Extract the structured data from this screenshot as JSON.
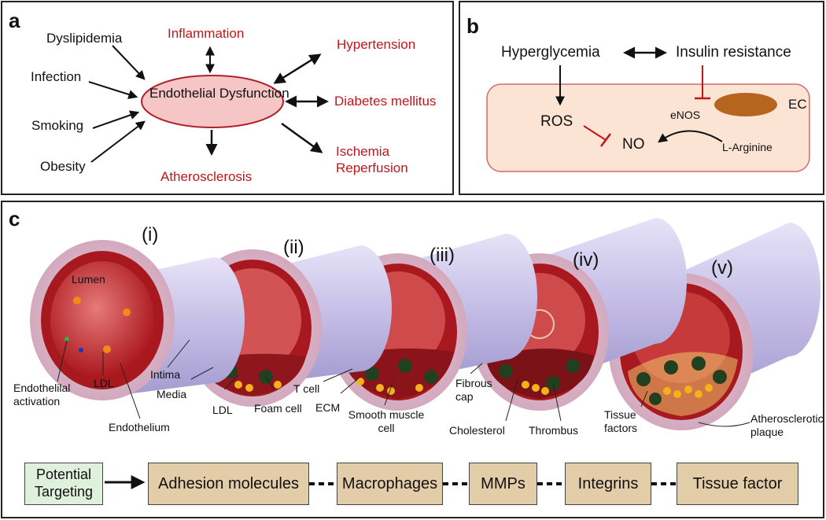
{
  "panels": {
    "a": {
      "label": "a",
      "center": "Endothelial Dysfunction",
      "causes": [
        "Dyslipidemia",
        "Infection",
        "Smoking",
        "Obesity"
      ],
      "inflammation": "Inflammation",
      "atherosclerosis": "Atherosclerosis",
      "outcomes": [
        "Hypertension",
        "Diabetes mellitus",
        "Ischemia Reperfusion"
      ]
    },
    "b": {
      "label": "b",
      "hyperglycemia": "Hyperglycemia",
      "insulin_resistance": "Insulin resistance",
      "ros": "ROS",
      "enos": "eNOS",
      "no": "NO",
      "l_arginine": "L-Arginine",
      "ec": "EC"
    },
    "c": {
      "label": "c",
      "stages": [
        "(i)",
        "(ii)",
        "(iii)",
        "(iv)",
        "(v)"
      ],
      "labels": {
        "lumen": "Lumen",
        "endothelial_activation": "Endothelilal activation",
        "ldl_1": "LDL",
        "endothelium": "Endothelium",
        "intima": "Intima",
        "media": "Media",
        "ldl_2": "LDL",
        "foam_cell": "Foam cell",
        "t_cell": "T cell",
        "ecm": "ECM",
        "smooth_muscle_cell": "Smooth muscle cell",
        "fibrous_cap": "Fibrous cap",
        "cholesterol": "Cholesterol",
        "thrombus": "Thrombus",
        "tissue_factors": "Tissue factors",
        "atherosclerotic_plaque": "Atherosclerotic plaque"
      },
      "targeting": {
        "start": "Potential Targeting",
        "items": [
          "Adhesion molecules",
          "Macrophages",
          "MMPs",
          "Integrins",
          "Tissue factor"
        ]
      }
    }
  },
  "colors": {
    "red_text": "#c0161b",
    "box_fill": "#e3cda9",
    "green_fill": "#dff1dc",
    "vessel_red": "#b9262c",
    "tube": "#c9c3e6"
  }
}
